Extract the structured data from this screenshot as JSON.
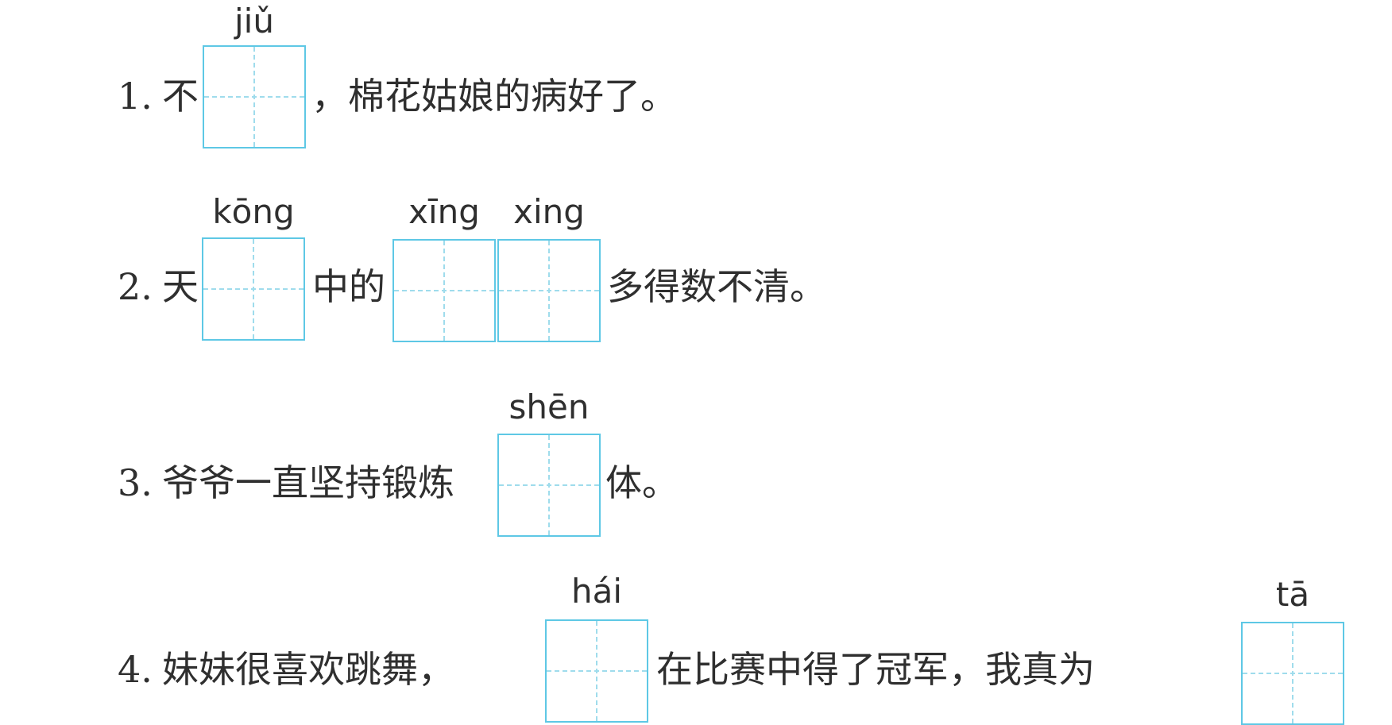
{
  "items": [
    {
      "number": "1.",
      "before": "不",
      "after": "，棉花姑娘的病好了。",
      "pinyin": [
        "jiǔ"
      ]
    },
    {
      "number": "2.",
      "before": "天",
      "middle": "中的",
      "after": "多得数不清。",
      "pinyin": [
        "kōng",
        "xīng",
        "xing"
      ]
    },
    {
      "number": "3.",
      "before": "爷爷一直坚持锻炼",
      "after": "体。",
      "pinyin": [
        "shēn"
      ]
    },
    {
      "number": "4.",
      "before": "妹妹很喜欢跳舞，",
      "middle": "在比赛中得了冠军，我真为",
      "pinyin": [
        "hái",
        "tā"
      ]
    }
  ],
  "colors": {
    "text": "#2f2f2f",
    "box_border": "#5ec8e5",
    "box_guides": "#9fdcec"
  }
}
